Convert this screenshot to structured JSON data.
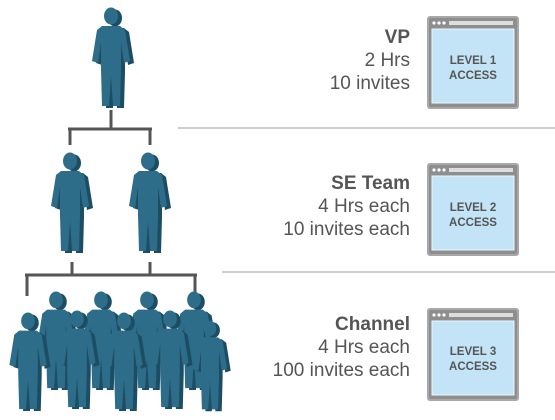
{
  "colors": {
    "person": "#2d6d8a",
    "person_shadow": "#1d4d63",
    "connector": "#555555",
    "divider": "#cccccc",
    "text": "#555555",
    "window_frame": "#999999",
    "window_screen": "#c3e4f7"
  },
  "tiers": [
    {
      "title": "VP",
      "hours": "2 Hrs",
      "invites": "10 invites",
      "access": {
        "line1": "LEVEL 1",
        "line2": "ACCESS"
      },
      "people": 1,
      "icon": "person-icon"
    },
    {
      "title": "SE Team",
      "hours": "4 Hrs each",
      "invites": "10 invites each",
      "access": {
        "line1": "LEVEL 2",
        "line2": "ACCESS"
      },
      "people": 2,
      "icon": "person-icon"
    },
    {
      "title": "Channel",
      "hours": "4 Hrs each",
      "invites": "100 invites each",
      "access": {
        "line1": "LEVEL 3",
        "line2": "ACCESS"
      },
      "people": 9,
      "icon": "person-icon"
    }
  ]
}
